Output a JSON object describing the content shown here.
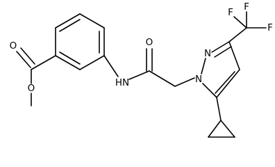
{
  "molecule": {
    "labels": {
      "ester_carbonyl_o": "O",
      "ester_ether_o": "O",
      "amide_n": "HN",
      "amide_o": "O",
      "pyrazole_n2": "N",
      "pyrazole_n1": "N",
      "cf3_f1": "F",
      "cf3_f2": "F",
      "cf3_f3": "F"
    },
    "colors": {
      "bond": "#000000",
      "label": "#000000",
      "background": "#ffffff"
    }
  }
}
